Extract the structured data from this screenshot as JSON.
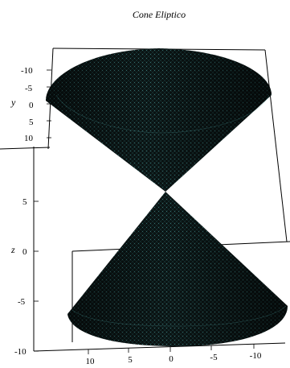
{
  "chart_data": {
    "type": "surface3d",
    "title": "Cone Eliptico",
    "surface": "elliptic cone",
    "axes": {
      "x": {
        "label": "",
        "ticks": [
          "10",
          "5",
          "0",
          "-5",
          "-10"
        ],
        "range": [
          10,
          -10
        ]
      },
      "y": {
        "label": "y",
        "ticks": [
          "-10",
          "-5",
          "0",
          "5",
          "10"
        ],
        "range": [
          -10,
          10
        ]
      },
      "z": {
        "label": "z",
        "ticks": [
          "5",
          "0",
          "-5",
          "-10"
        ],
        "range": [
          -10,
          10
        ]
      }
    },
    "box": true,
    "colors": {
      "surface": "#0b1414",
      "mesh": "#2f6f6f",
      "highlight": "#4fa3a3",
      "box": "#000000"
    }
  }
}
